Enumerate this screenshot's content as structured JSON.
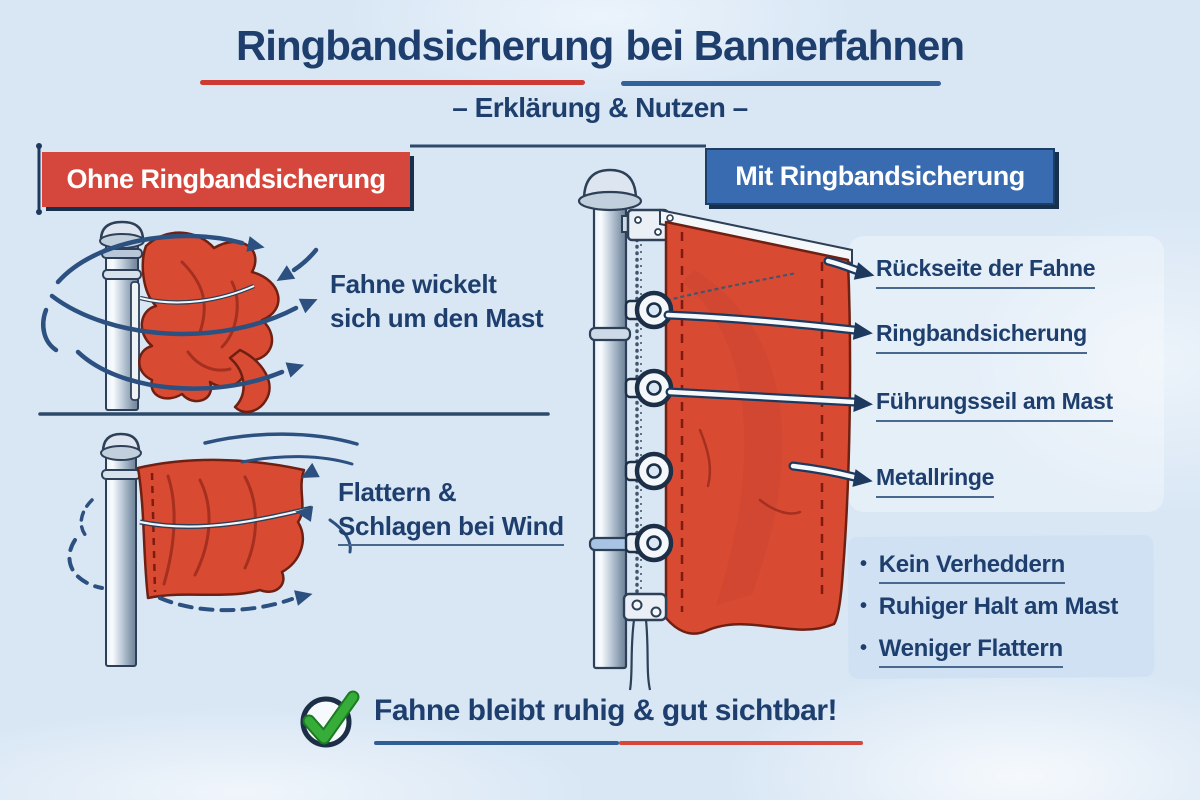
{
  "colors": {
    "background": "#d9e7f5",
    "navy_text": "#1e3f6e",
    "red_accent": "#d5473c",
    "blue_accent": "#386bb0",
    "flag_red": "#d94a33",
    "check_green": "#2fa336",
    "underline_blue": "#2f5d94",
    "underline_red": "#d8453a"
  },
  "icons": {
    "check": "✓",
    "bullet": "•"
  },
  "title": {
    "part1": "Ringbandsicherung",
    "part2": "bei Bannerfahnen",
    "subtitle": "– Erklärung & Nutzen –"
  },
  "panels": {
    "left": {
      "header": "Ohne Ringbandsicherung",
      "captions": [
        {
          "line1": "Fahne wickelt",
          "line2": "sich um den Mast"
        },
        {
          "line1": "Flattern &",
          "line2": "Schlagen bei Wind"
        }
      ]
    },
    "right": {
      "header": "Mit Ringbandsicherung",
      "labels": [
        "Rückseite der Fahne",
        "Ringbandsicherung",
        "Führungsseil am Mast",
        "Metallringe"
      ],
      "benefits": [
        "Kein Verheddern",
        "Ruhiger Halt am Mast",
        "Weniger Flattern"
      ]
    }
  },
  "footer": {
    "message": "Fahne bleibt ruhig & gut sichtbar!"
  }
}
